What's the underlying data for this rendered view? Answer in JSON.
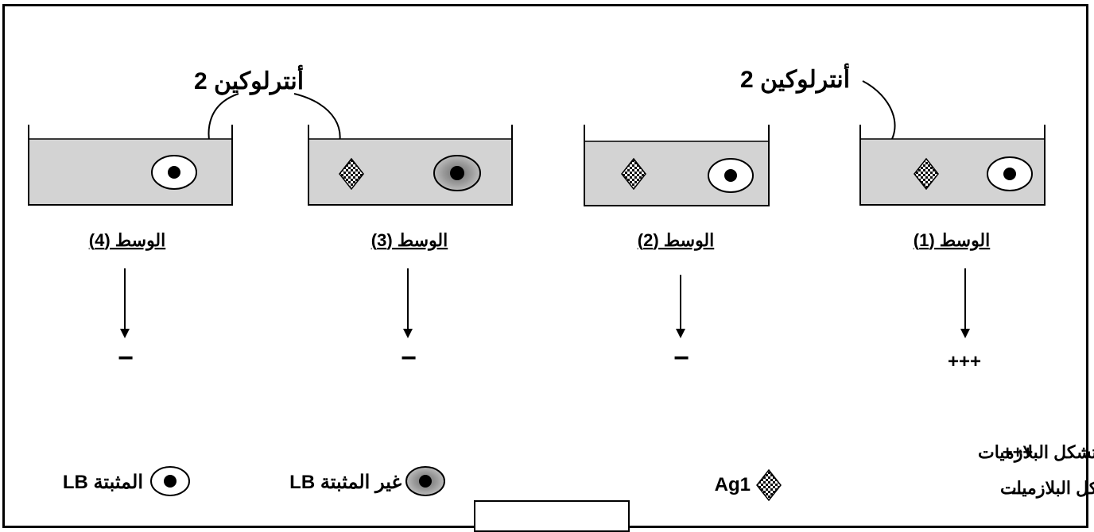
{
  "interleukin_label": "أنترلوكين 2",
  "media": [
    {
      "title": "الوسط (1)",
      "result": "+++",
      "has_interleukin": true,
      "has_antigen": true,
      "cell": "fixed"
    },
    {
      "title": "الوسط (2)",
      "result": "−",
      "has_interleukin": false,
      "has_antigen": true,
      "cell": "fixed"
    },
    {
      "title": "الوسط (3)",
      "result": "−",
      "has_interleukin": true,
      "has_antigen": true,
      "cell": "unfixed"
    },
    {
      "title": "الوسط (4)",
      "result": "−",
      "has_interleukin": true,
      "has_antigen": false,
      "cell": "fixed"
    }
  ],
  "legend": {
    "plus_symbol": "+++",
    "plus_text": "تشكل البلازميات",
    "minus_symbol": "ــ",
    "minus_text": "عدم تشكل البلازميات",
    "antigen": "Ag1",
    "unfixed_lb": "LB غير المثبتة",
    "fixed_lb": "LB المثبتة"
  },
  "colors": {
    "medium": "#d3d3d3",
    "border": "#000000",
    "background": "#ffffff",
    "unfixed_cell": "#8c8c8c"
  }
}
